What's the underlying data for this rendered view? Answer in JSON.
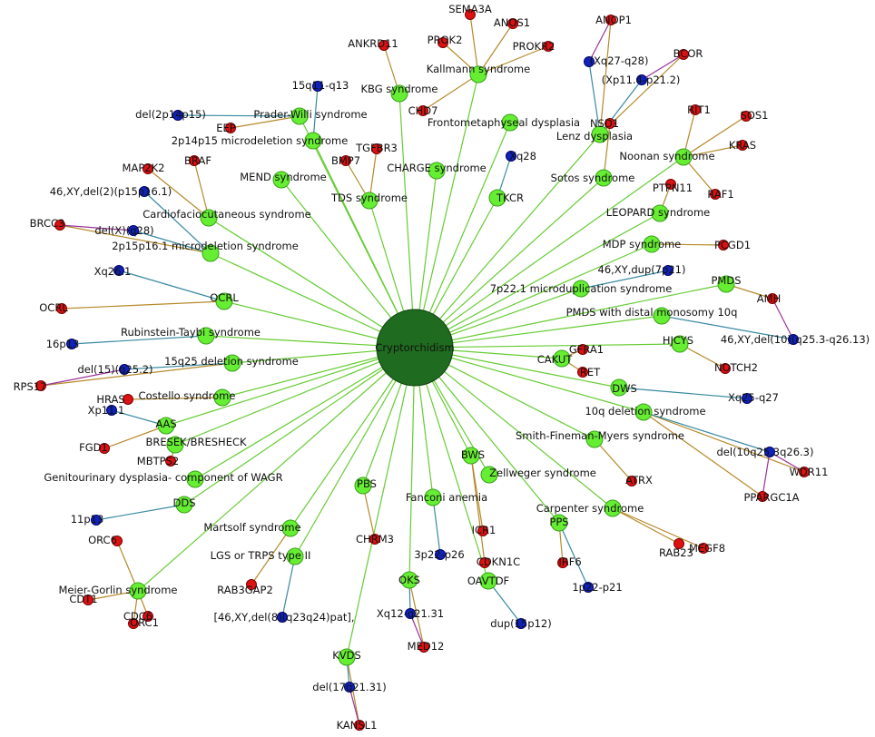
{
  "colors": {
    "background": "#ffffff",
    "hub_fill": "#1f6b1f",
    "hub_stroke": "#0f3f0f",
    "syndrome_fill": "#66ee33",
    "syndrome_stroke": "#3aa01a",
    "gene_fill": "#dd1111",
    "gene_stroke": "#7a0000",
    "locus_fill": "#1122bb",
    "locus_stroke": "#000066",
    "edge_hub": "#66cc33",
    "edge_gene": "#b58a2a",
    "edge_locus": "#3a8aa0",
    "edge_cross": "#993399"
  },
  "diagram": {
    "hub": {
      "id": "hub",
      "label": "Cryptorchidism"
    },
    "syndromes": [
      {
        "id": "kallmann",
        "label": "Kallmann syndrome"
      },
      {
        "id": "kbg",
        "label": "KBG syndrome"
      },
      {
        "id": "pws",
        "label": "Prader-Willi syndrome"
      },
      {
        "id": "p14",
        "label": "2p14p15 microdeletion syndrome"
      },
      {
        "id": "mend",
        "label": "MEND syndrome"
      },
      {
        "id": "tds",
        "label": "TDS syndrome"
      },
      {
        "id": "charge",
        "label": "CHARGE syndrome"
      },
      {
        "id": "fmd",
        "label": "Frontometaphyseal dysplasia"
      },
      {
        "id": "lenz",
        "label": "Lenz dysplasia"
      },
      {
        "id": "tkcr",
        "label": "TKCR"
      },
      {
        "id": "sotos",
        "label": "Sotos syndrome"
      },
      {
        "id": "noonan",
        "label": "Noonan syndrome"
      },
      {
        "id": "leopard",
        "label": "LEOPARD syndrome"
      },
      {
        "id": "cfc",
        "label": "Cardiofaciocutaneous syndrome"
      },
      {
        "id": "p15",
        "label": "2p15p16.1 microdeletion syndrome"
      },
      {
        "id": "mdp",
        "label": "MDP syndrome"
      },
      {
        "id": "dup7",
        "label": "7p22.1 microduplication syndrome"
      },
      {
        "id": "pmds",
        "label": "PMDS"
      },
      {
        "id": "pmds10",
        "label": "PMDS with distal monosomy 10q"
      },
      {
        "id": "ocrl",
        "label": "OCRL"
      },
      {
        "id": "hjcys",
        "label": "HJCYS"
      },
      {
        "id": "rts",
        "label": "Rubinstein-Taybi syndrome"
      },
      {
        "id": "cakut",
        "label": "CAKUT"
      },
      {
        "id": "del15",
        "label": "15q25 deletion syndrome"
      },
      {
        "id": "costello",
        "label": "Costello syndrome"
      },
      {
        "id": "dws",
        "label": "DWS"
      },
      {
        "id": "del10",
        "label": "10q deletion syndrome"
      },
      {
        "id": "aas",
        "label": "AAS"
      },
      {
        "id": "smith",
        "label": "Smith-Fineman-Myers syndrome"
      },
      {
        "id": "bresek",
        "label": "BRESEK/BRESHECK"
      },
      {
        "id": "zell",
        "label": "Zellweger syndrome"
      },
      {
        "id": "bws",
        "label": "BWS"
      },
      {
        "id": "wagr",
        "label": "Genitourinary dysplasia- component of WAGR"
      },
      {
        "id": "pbs",
        "label": "PBS"
      },
      {
        "id": "carpenter",
        "label": "Carpenter syndrome"
      },
      {
        "id": "dds",
        "label": "DDS"
      },
      {
        "id": "fanconi",
        "label": "Fanconi anemia"
      },
      {
        "id": "pps",
        "label": "PPS"
      },
      {
        "id": "martsolf",
        "label": "Martsolf syndrome"
      },
      {
        "id": "lgs",
        "label": "LGS or TRPS type II"
      },
      {
        "id": "oavtdf",
        "label": "OAVTDF"
      },
      {
        "id": "oks",
        "label": "OKS"
      },
      {
        "id": "meier",
        "label": "Meier-Gorlin syndrome"
      },
      {
        "id": "kvds",
        "label": "KVDS"
      }
    ],
    "genes": [
      {
        "id": "sema3a",
        "label": "SEMA3A",
        "of": "kallmann"
      },
      {
        "id": "anos1",
        "label": "ANOS1",
        "of": "kallmann"
      },
      {
        "id": "prok2",
        "label": "PROK2",
        "of": "kallmann"
      },
      {
        "id": "prokr2",
        "label": "PROKR2",
        "of": "kallmann"
      },
      {
        "id": "chd7",
        "label": "CHD7",
        "of": "kallmann"
      },
      {
        "id": "ankrd11",
        "label": "ANKRD11",
        "of": "kbg"
      },
      {
        "id": "eep",
        "label": "EEP",
        "of": "p14"
      },
      {
        "id": "tgfbr3",
        "label": "TGFBR3",
        "of": "tds"
      },
      {
        "id": "bmp7",
        "label": "BMP7",
        "of": "tds"
      },
      {
        "id": "braf",
        "label": "BRAF",
        "of": "cfc"
      },
      {
        "id": "map2k2",
        "label": "MAP2K2",
        "of": "cfc"
      },
      {
        "id": "brcc3",
        "label": "BRCC3",
        "of": "p15"
      },
      {
        "id": "anop1",
        "label": "ANOP1",
        "of": "lenz"
      },
      {
        "id": "bcor",
        "label": "BCOR",
        "of": "lenz"
      },
      {
        "id": "nsd1",
        "label": "NSD1",
        "of": "sotos"
      },
      {
        "id": "rit1",
        "label": "RIT1",
        "of": "noonan"
      },
      {
        "id": "sos1",
        "label": "SOS1",
        "of": "noonan"
      },
      {
        "id": "kras",
        "label": "KRAS",
        "of": "noonan"
      },
      {
        "id": "raf1",
        "label": "RAF1",
        "of": "noonan"
      },
      {
        "id": "ptpn11",
        "label": "PTPN11",
        "of": "leopard"
      },
      {
        "id": "pcgd1",
        "label": "PCGD1",
        "of": "mdp"
      },
      {
        "id": "amh",
        "label": "AMH",
        "of": "pmds"
      },
      {
        "id": "notch2",
        "label": "NOTCH2",
        "of": "hjcys"
      },
      {
        "id": "ocrlg",
        "label": "OCRL",
        "of": "ocrl"
      },
      {
        "id": "rps17",
        "label": "RPS17",
        "of": "del15"
      },
      {
        "id": "gfra1",
        "label": "GFRA1",
        "of": "cakut"
      },
      {
        "id": "ret",
        "label": "RET",
        "of": "cakut"
      },
      {
        "id": "hras",
        "label": "HRAS",
        "of": "costello"
      },
      {
        "id": "fgd1",
        "label": "FGD1",
        "of": "aas"
      },
      {
        "id": "mbtps2",
        "label": "MBTPS2",
        "of": "bresek"
      },
      {
        "id": "atrx",
        "label": "ATRX",
        "of": "smith"
      },
      {
        "id": "wdr11",
        "label": "WDR11",
        "of": "del10"
      },
      {
        "id": "ppargc1a",
        "label": "PPARGC1A",
        "of": "del10"
      },
      {
        "id": "icr1",
        "label": "ICR1",
        "of": "bws"
      },
      {
        "id": "cdkn1c",
        "label": "CDKN1C",
        "of": "bws"
      },
      {
        "id": "chrm3",
        "label": "CHRM3",
        "of": "pbs"
      },
      {
        "id": "irf6",
        "label": "IRF6",
        "of": "pps"
      },
      {
        "id": "rab23",
        "label": "RAB23",
        "of": "carpenter"
      },
      {
        "id": "megf8",
        "label": "MEGF8",
        "of": "carpenter"
      },
      {
        "id": "rab3gap2",
        "label": "RAB3GAP2",
        "of": "martsolf"
      },
      {
        "id": "orc6",
        "label": "ORC6",
        "of": "meier"
      },
      {
        "id": "cdt1",
        "label": "CDT1",
        "of": "meier"
      },
      {
        "id": "cdc6",
        "label": "CDC6",
        "of": "meier"
      },
      {
        "id": "orc1",
        "label": "ORC1",
        "of": "meier"
      },
      {
        "id": "med12",
        "label": "MED12",
        "of": "oks"
      },
      {
        "id": "kansl1",
        "label": "KANSL1",
        "of": "kvds"
      }
    ],
    "loci": [
      {
        "id": "xq28a",
        "label": "(Xq27-q28)",
        "of": "lenz"
      },
      {
        "id": "xp11",
        "label": "(Xp11.4-p21.2)",
        "of": "lenz"
      },
      {
        "id": "q13",
        "label": "15q11-q13",
        "of": "pws"
      },
      {
        "id": "del2p",
        "label": "del(2p14p15)",
        "of": "p14"
      },
      {
        "id": "xq28b",
        "label": "Xq28",
        "of": "tkcr"
      },
      {
        "id": "del2p15",
        "label": "46,XY,del(2)(p15p16.1)",
        "of": "p15"
      },
      {
        "id": "delx",
        "label": "del(X)(q28)",
        "of": "p15"
      },
      {
        "id": "dup7p",
        "label": "46,XY,dup(7p21)",
        "of": "dup7"
      },
      {
        "id": "xq261",
        "label": "Xq26.1",
        "of": "ocrl"
      },
      {
        "id": "del10q",
        "label": "46,XY,del(10)(q25.3-q26.13)",
        "of": "pmds10"
      },
      {
        "id": "q1613",
        "label": "16p13",
        "of": "rts"
      },
      {
        "id": "del15q",
        "label": "del(15)(q25.2)",
        "of": "del15"
      },
      {
        "id": "xq25",
        "label": "Xq25-q27",
        "of": "dws"
      },
      {
        "id": "xp111",
        "label": "Xp11.1",
        "of": "aas"
      },
      {
        "id": "del10q2",
        "label": "del(10q25.3q26.3)",
        "of": "del10"
      },
      {
        "id": "p13",
        "label": "11p13",
        "of": "dds"
      },
      {
        "id": "p22",
        "label": "3p22-p26",
        "of": "fanconi"
      },
      {
        "id": "p21",
        "label": "1p22-p21",
        "of": "pps"
      },
      {
        "id": "del8",
        "label": "[46,XY,del(8)(q23q24)pat],",
        "of": "lgs"
      },
      {
        "id": "xq12",
        "label": "Xq12-q21.31",
        "of": "oks"
      },
      {
        "id": "dup5",
        "label": "dup(15p12)",
        "of": "oavtdf"
      },
      {
        "id": "del17",
        "label": "del(17q21.31)",
        "of": "kvds"
      }
    ],
    "cross_links": [
      {
        "from": "anop1",
        "to": "xq28a"
      },
      {
        "from": "bcor",
        "to": "xp11"
      },
      {
        "from": "brcc3",
        "to": "delx"
      },
      {
        "from": "amh",
        "to": "del10q"
      },
      {
        "from": "rps17",
        "to": "del15q"
      },
      {
        "from": "wdr11",
        "to": "del10q2"
      },
      {
        "from": "ppargc1a",
        "to": "del10q2"
      },
      {
        "from": "med12",
        "to": "xq12"
      },
      {
        "from": "kansl1",
        "to": "del17"
      }
    ]
  }
}
